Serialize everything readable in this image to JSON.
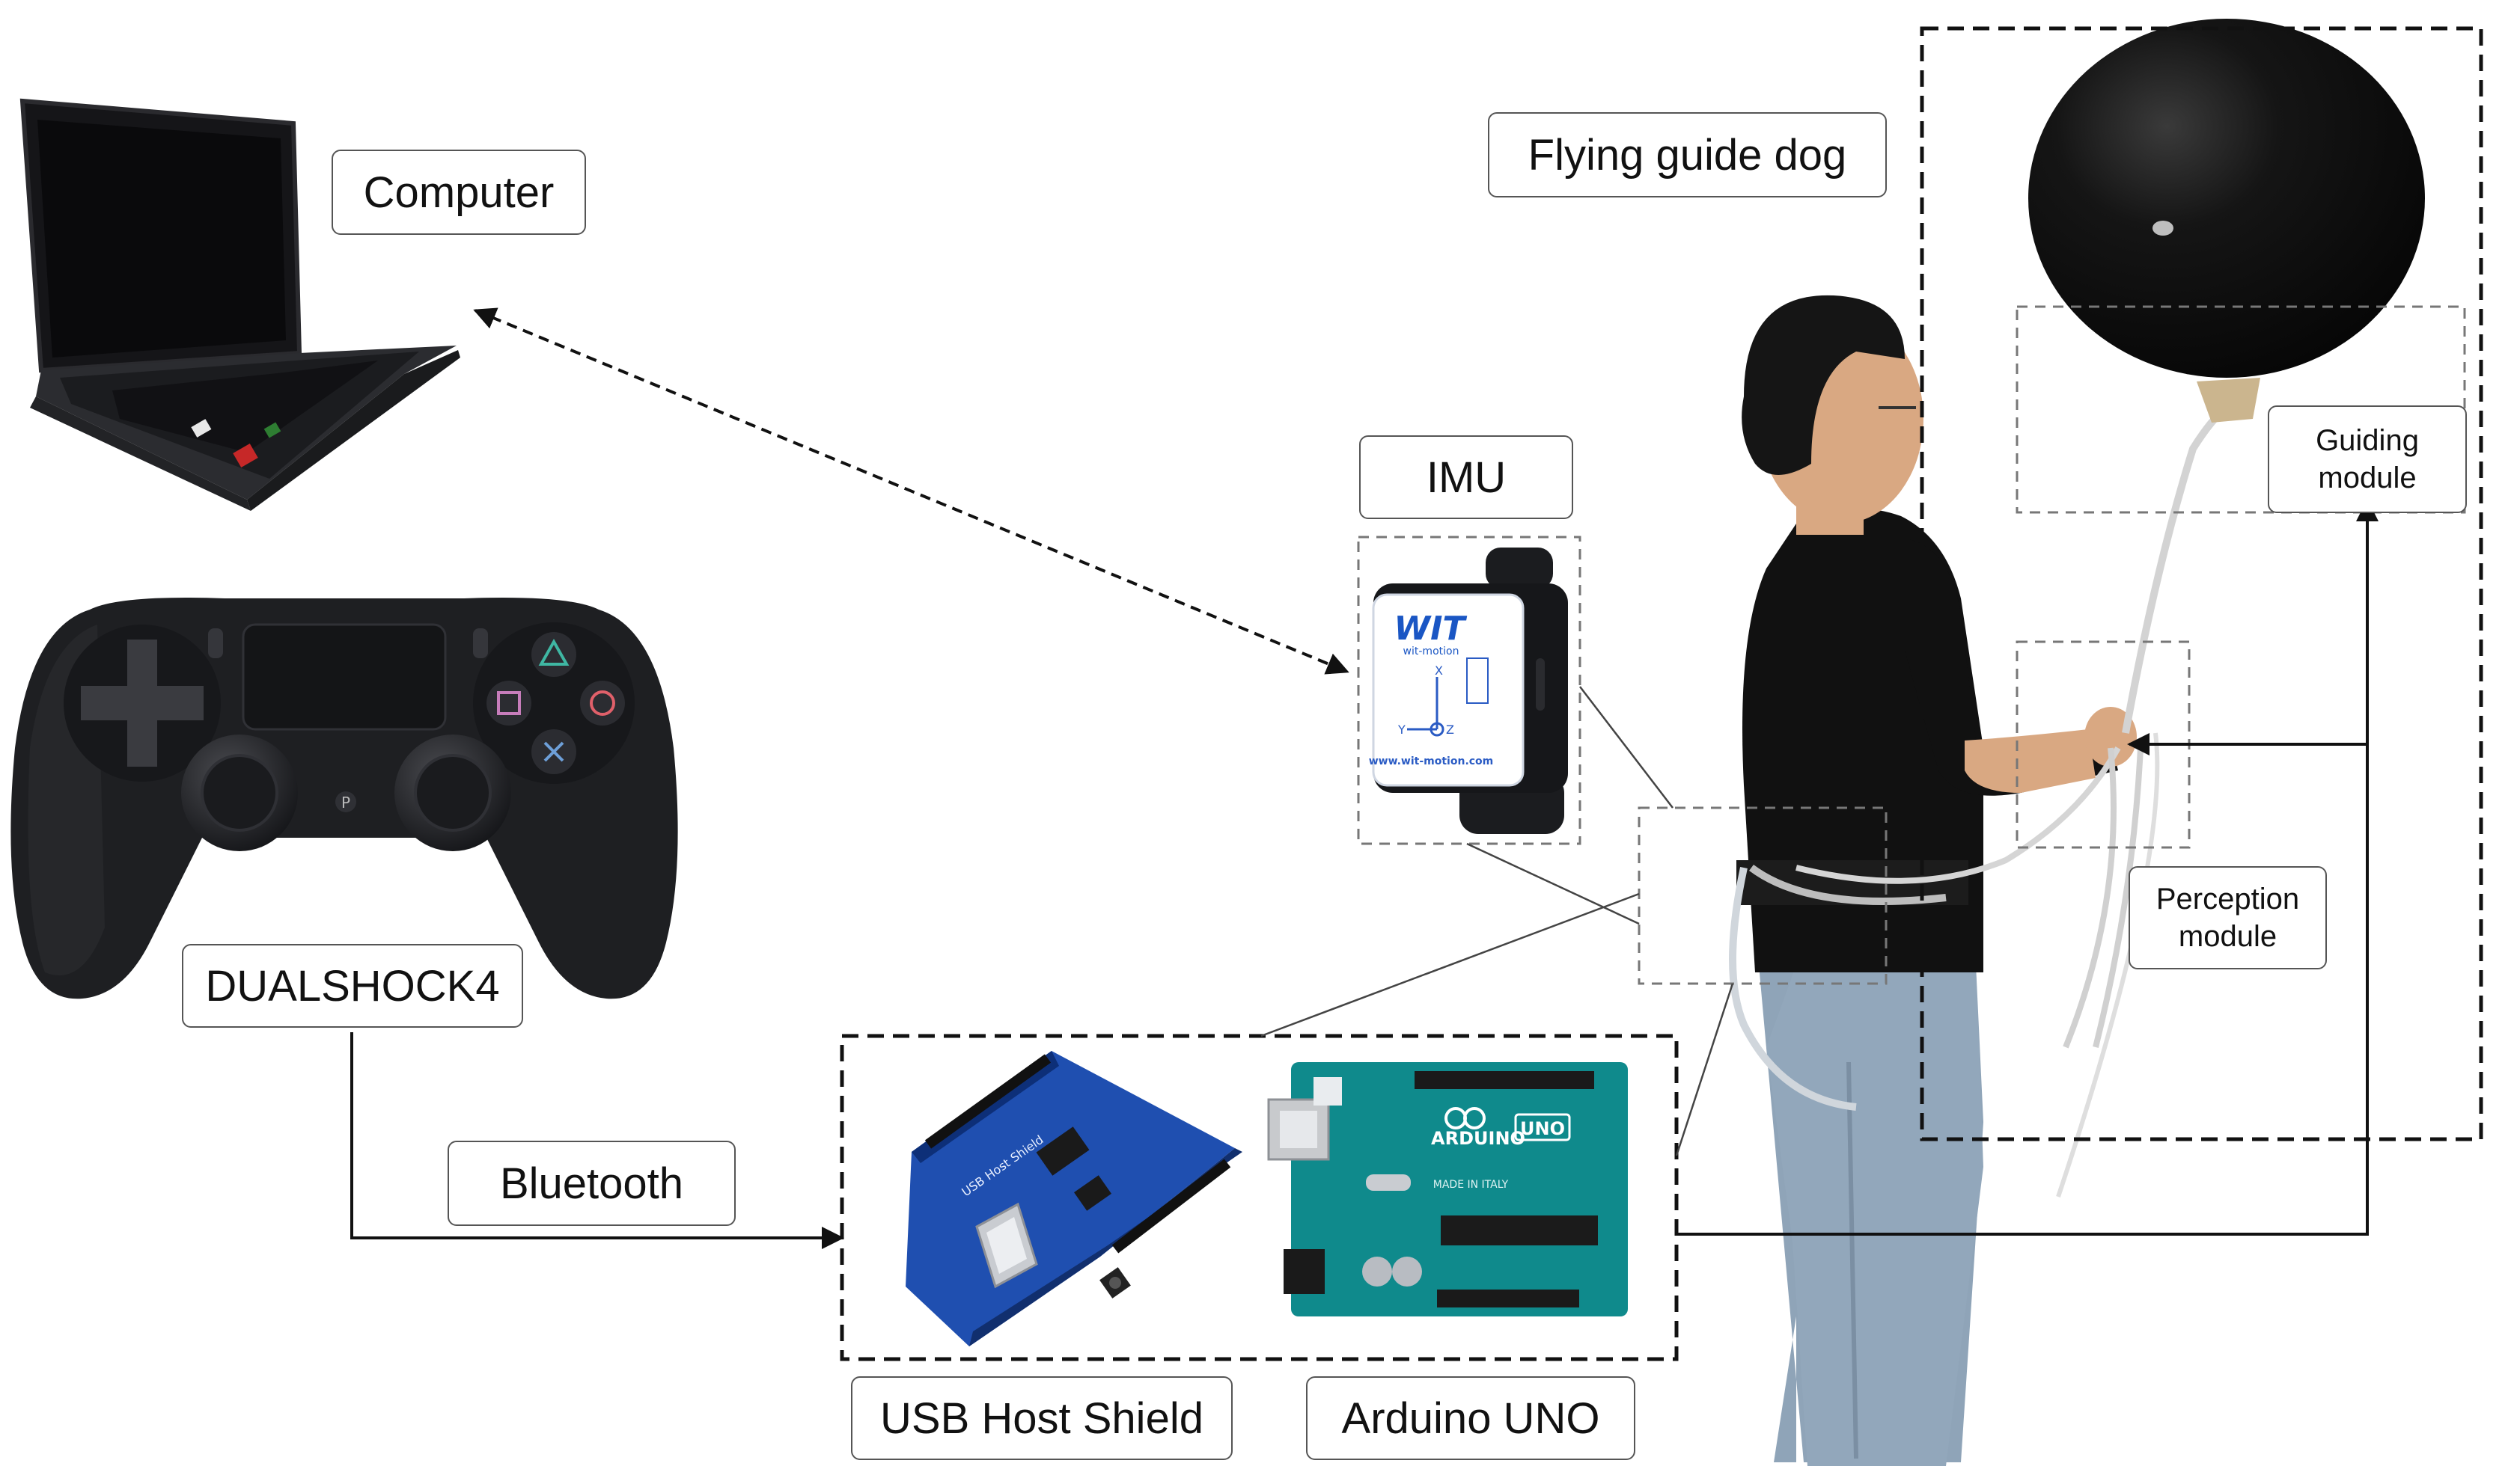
{
  "labels": {
    "computer": "Computer",
    "controller": "DUALSHOCK4",
    "bluetooth": "Bluetooth",
    "imu": "IMU",
    "flying_guide_dog": "Flying guide dog",
    "guiding_module_line1": "Guiding",
    "guiding_module_line2": "module",
    "perception_module_line1": "Perception",
    "perception_module_line2": "module",
    "usb_host_shield": "USB Host Shield",
    "arduino_uno": "Arduino UNO"
  },
  "imu_device": {
    "brand": "WIT",
    "brand_sub": "wit-motion",
    "url": "www.wit-motion.com",
    "axis_x": "X",
    "axis_y": "Y",
    "axis_z": "Z"
  },
  "arduino_board": {
    "brand": "ARDUINO",
    "model": "UNO",
    "made_in": "MADE IN ITALY"
  },
  "usb_shield_board": {
    "print": "USB Host Shield"
  },
  "colors": {
    "line": "#111111",
    "dashed_box": "#777777",
    "label_border": "#555555",
    "balloon": "#0c0c0c",
    "shirt": "#111111",
    "jeans": "#8fa4b8",
    "arduino": "#0f8a8c",
    "shield": "#1f4fb0",
    "controller": "#1e1f22"
  }
}
